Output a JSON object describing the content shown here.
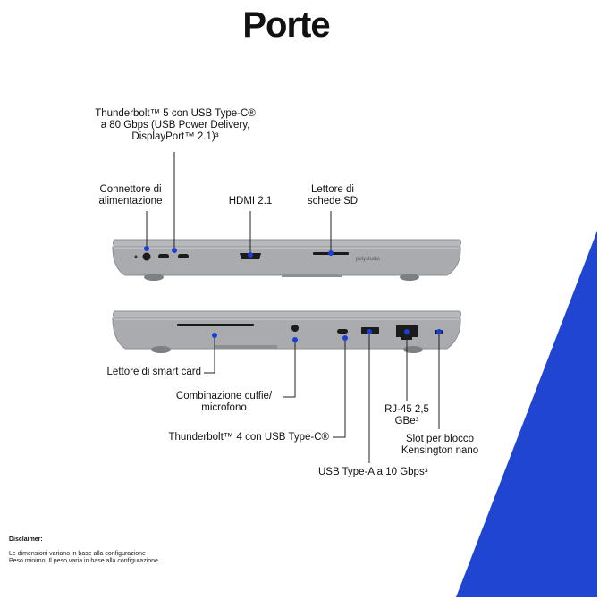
{
  "title": "Porte",
  "labels": {
    "thunderbolt5": "Thunderbolt™ 5 con USB Type-C®\na 80 Gbps (USB Power Delivery,\nDisplayPort™ 2.1)³",
    "power": "Connettore di\nalimentazione",
    "hdmi": "HDMI 2.1",
    "sd": "Lettore di\nschede SD",
    "smartcard": "Lettore di smart card",
    "headphone": "Combinazione cuffie/\nmicrofono",
    "thunderbolt4": "Thunderbolt™ 4 con USB Type-C®",
    "usba": "USB Type-A a 10 Gbps³",
    "rj45": "RJ-45 2,5\nGBe³",
    "kensington": "Slot per blocco\nKensington nano"
  },
  "brand_text": "polystudio",
  "disclaimer": {
    "title": "Disclaimer:",
    "lines": [
      "Le dimensioni variano in base alla configurazione",
      "Peso minimo. Il peso varia in base alla configurazione."
    ]
  },
  "colors": {
    "accent_blue": "#1f45d1",
    "dot_blue": "#1a3fd6",
    "chassis": "#a9abae",
    "chassis_dark": "#8d8f93",
    "line": "#222222"
  }
}
